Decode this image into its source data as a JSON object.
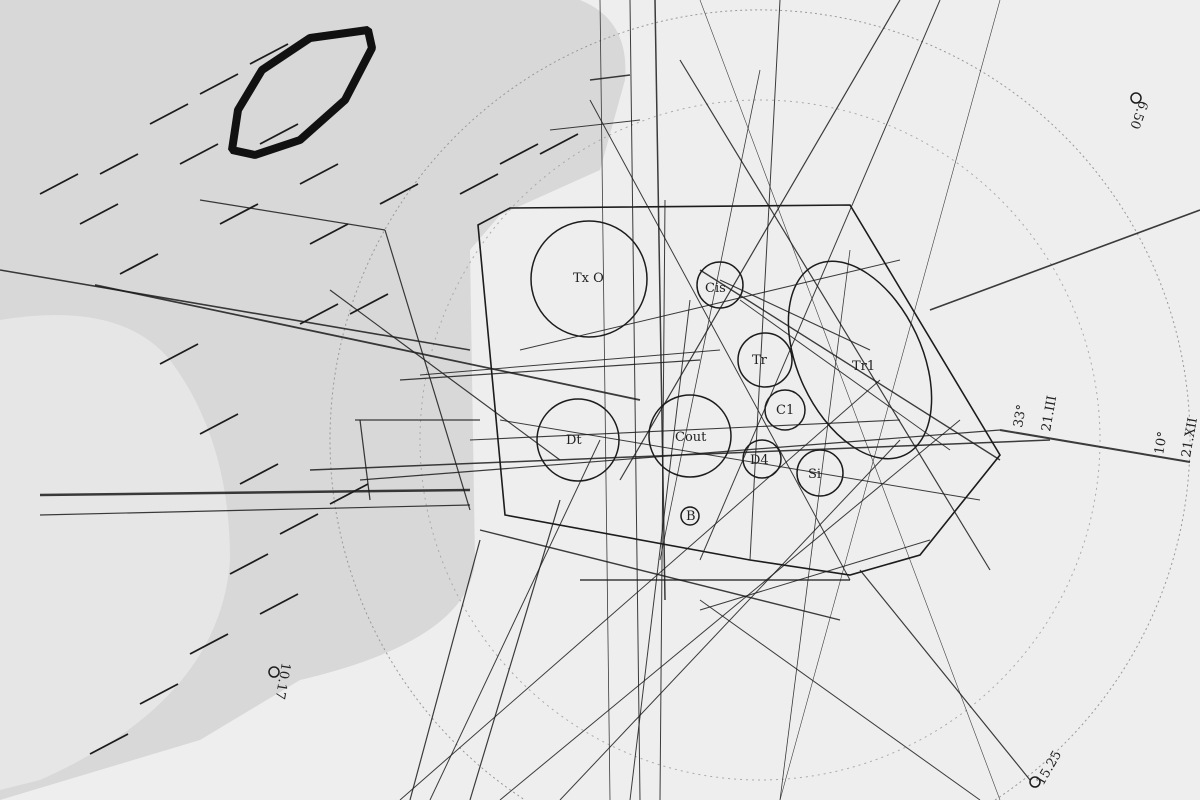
{
  "labels": {
    "tx": "Tx O",
    "cis": "Cis",
    "cout": "Cout",
    "dt": "Dt",
    "d4": "D4",
    "c1": "C1",
    "si": "Si",
    "tr": "Tr",
    "tri": "Tr1",
    "b": "B",
    "deg33": "33°",
    "date_21_iii": "21.III",
    "deg10": "10°",
    "date_21_xii": "21.XII",
    "time_650": "6.50",
    "time_1017": "10.17",
    "time_1525": "15.25"
  },
  "colors": {
    "paper": "#ececec",
    "shaded": "#d6d6d6",
    "light_panel": "#e4e4e4",
    "ink": "#1c1c1c"
  }
}
